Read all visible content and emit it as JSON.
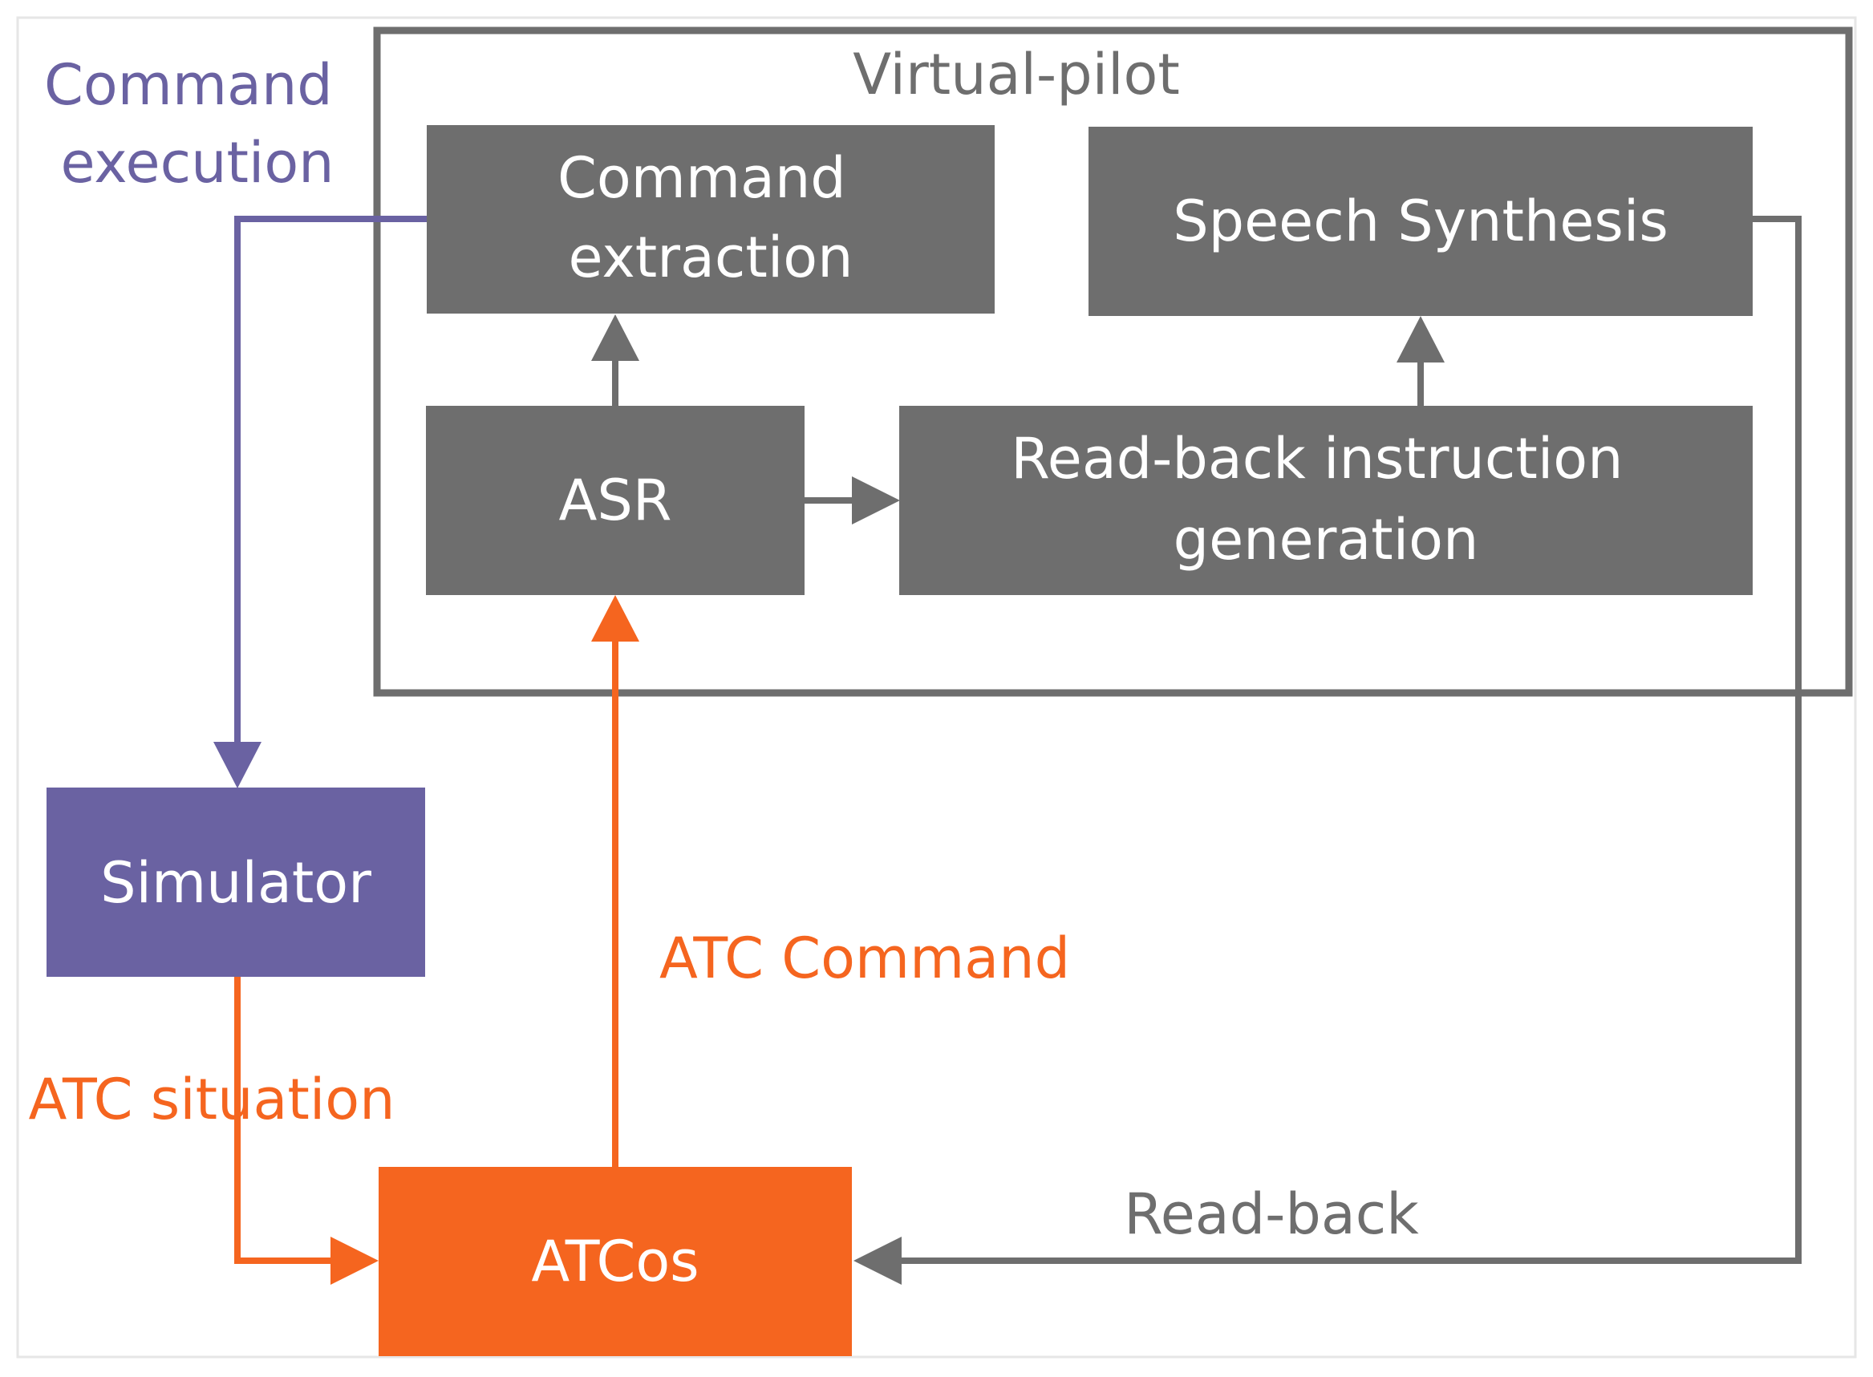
{
  "colors": {
    "gray": "#6e6e6e",
    "purple": "#6a62a2",
    "orange": "#f5651f",
    "white": "#ffffff",
    "frame": "#e6e6e6"
  },
  "virtual_pilot": {
    "title": "Virtual-pilot"
  },
  "boxes": {
    "command_extraction": [
      "Command",
      "extraction"
    ],
    "speech_synthesis": "Speech Synthesis",
    "asr": "ASR",
    "readback_generation": [
      "Read-back instruction",
      "generation"
    ],
    "simulator": "Simulator",
    "atcos": "ATCos"
  },
  "labels": {
    "command_execution": [
      "Command",
      "execution"
    ],
    "atc_command": "ATC Command",
    "atc_situation": "ATC situation",
    "read_back": "Read-back"
  }
}
